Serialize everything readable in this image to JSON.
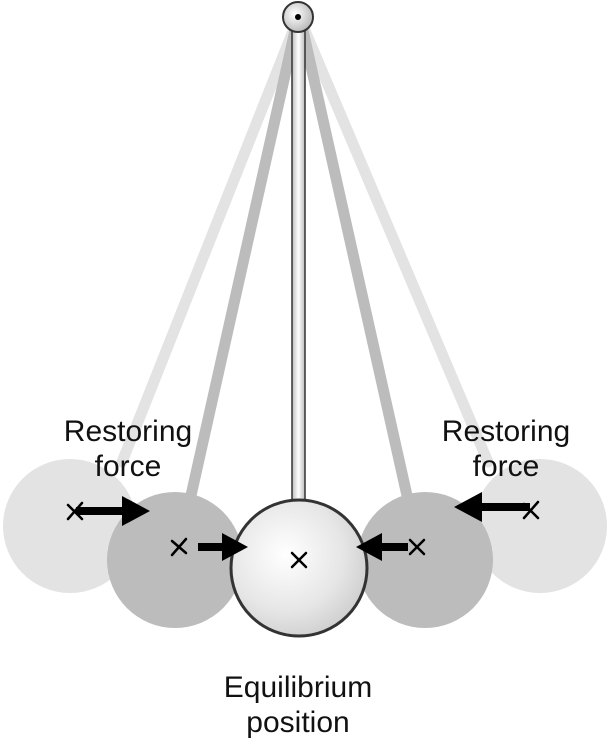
{
  "labels": {
    "left_restoring_line1": "Restoring",
    "left_restoring_line2": "force",
    "right_restoring_line1": "Restoring",
    "right_restoring_line2": "force",
    "equilibrium_line1": "Equilibrium",
    "equilibrium_line2": "position"
  },
  "colors": {
    "far_swing": "#e3e3e3",
    "near_swing": "#bcbcbc",
    "outline": "#333333",
    "arrow": "#000000"
  }
}
